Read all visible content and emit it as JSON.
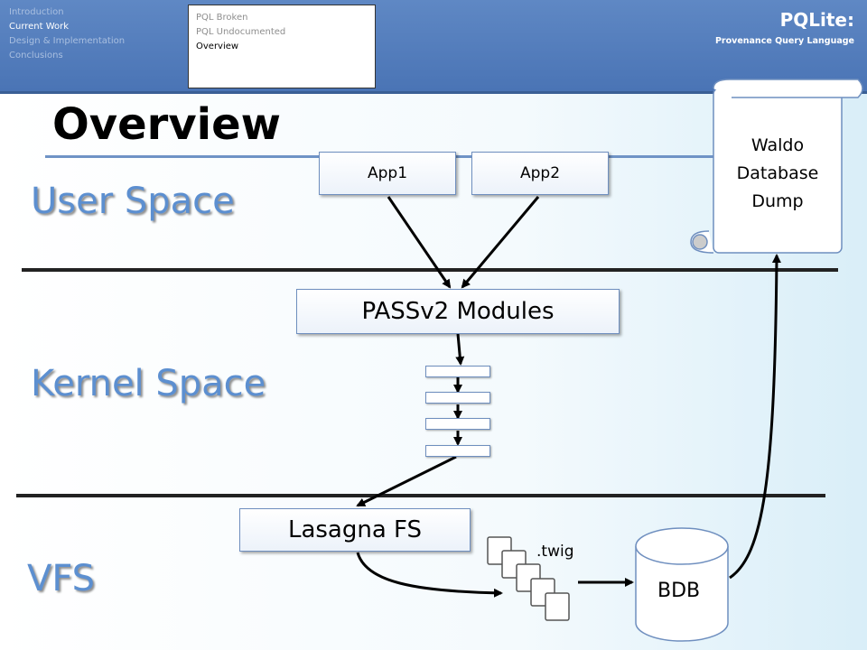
{
  "header": {
    "nav": [
      "Introduction",
      "Current Work",
      "Design & Implementation",
      "Conclusions"
    ],
    "subnav": [
      "PQL Broken",
      "PQL Undocumented",
      "Overview"
    ],
    "brand_title": "PQLite:",
    "brand_subtitle": "Provenance Query Language"
  },
  "slide": {
    "title": "Overview",
    "sections": [
      "User Space",
      "Kernel Space",
      "VFS"
    ],
    "apps": [
      "App1",
      "App2"
    ],
    "passv2": "PASSv2 Modules",
    "lasagna": "Lasagna FS",
    "twig": ".twig",
    "bdb": "BDB",
    "waldo": [
      "Waldo",
      "Database",
      "Dump"
    ]
  },
  "colors": {
    "header": "#4a74b5",
    "section_text": "#5c8fd0",
    "box_border": "#6f8fbf"
  }
}
